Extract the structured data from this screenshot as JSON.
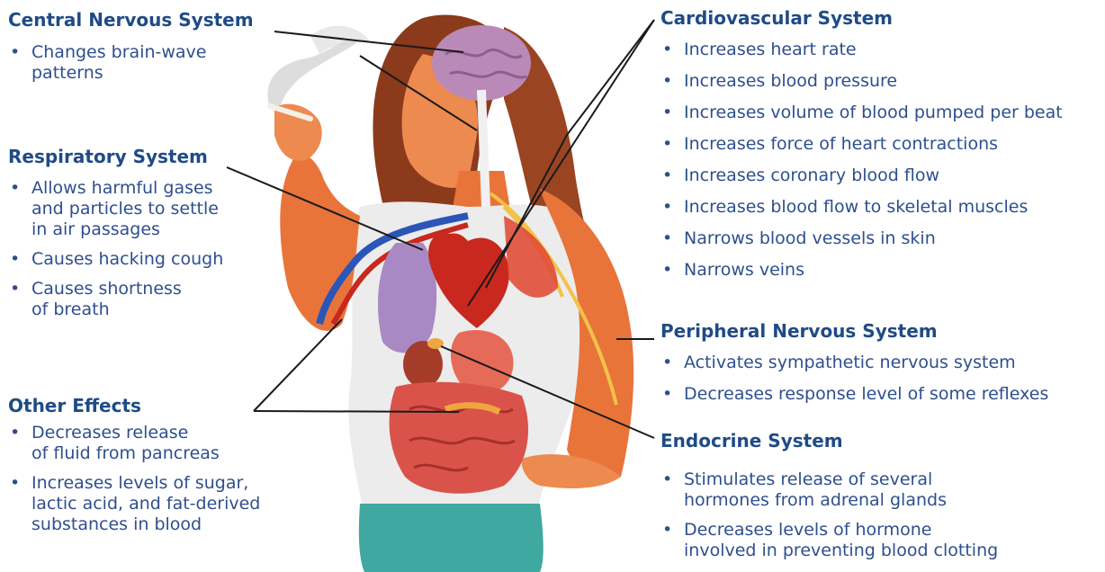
{
  "sections": {
    "cns": {
      "heading": "Central Nervous System",
      "items": [
        "Changes brain-wave",
        "patterns"
      ]
    },
    "respiratory": {
      "heading": "Respiratory System",
      "items": [
        "Allows harmful gases",
        "and particles to settle",
        "in air passages",
        "Causes hacking cough",
        "Causes shortness",
        "of breath"
      ]
    },
    "other": {
      "heading": "Other Effects",
      "items": [
        "Decreases release",
        "of fluid from pancreas",
        "Increases levels of sugar,",
        "lactic acid, and fat-derived",
        "substances in blood"
      ]
    },
    "cardiovascular": {
      "heading": "Cardiovascular System",
      "items": [
        "Increases heart rate",
        "Increases blood pressure",
        "Increases volume of blood pumped per beat",
        "Increases force of heart contractions",
        "Increases coronary blood flow",
        "Increases blood flow to skeletal muscles",
        "Narrows blood vessels in skin",
        "Narrows veins"
      ]
    },
    "pns": {
      "heading": "Peripheral Nervous System",
      "items": [
        "Activates sympathetic nervous system",
        "Decreases response level of some reflexes"
      ]
    },
    "endocrine": {
      "heading": "Endocrine System",
      "items": [
        "Stimulates release of several",
        "hormones from adrenal glands",
        "Decreases levels of hormone",
        "involved in preventing blood clotting"
      ]
    }
  },
  "colors": {
    "heading": "#1f4b86",
    "text": "#2e4f8e",
    "skin": "#e8743a",
    "hair": "#8b3a1c",
    "lung": "#a889c4",
    "heart": "#c8281e",
    "vein": "#2b56b8",
    "nerve": "#f2c24a",
    "organ": "#d9534a",
    "pants": "#3fa8a0",
    "leader": "#1a1a1a"
  }
}
